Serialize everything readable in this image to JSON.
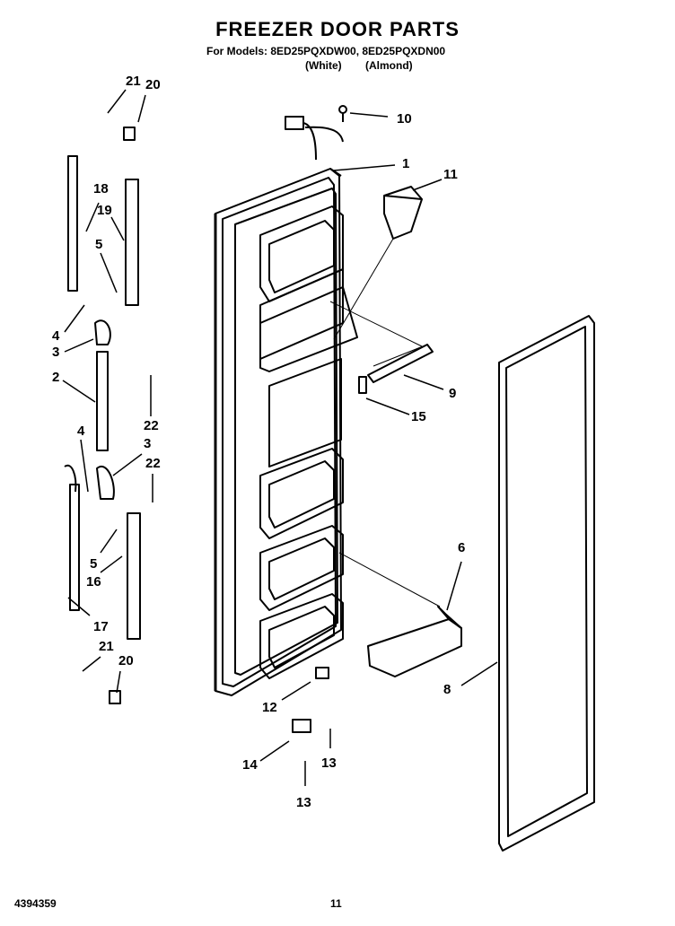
{
  "title": "FREEZER DOOR PARTS",
  "models_line": "For Models: 8ED25PQXDW00, 8ED25PQXDN00",
  "color_white": "(White)",
  "color_almond": "(Almond)",
  "part_labels": [
    "21",
    "20",
    "10",
    "1",
    "11",
    "18",
    "19",
    "5",
    "4",
    "3",
    "2",
    "22",
    "9",
    "15",
    "4",
    "3",
    "22",
    "5",
    "16",
    "17",
    "21",
    "20",
    "6",
    "8",
    "12",
    "14",
    "13",
    "13"
  ],
  "footer": {
    "doc_number": "4394359",
    "page": "11"
  }
}
